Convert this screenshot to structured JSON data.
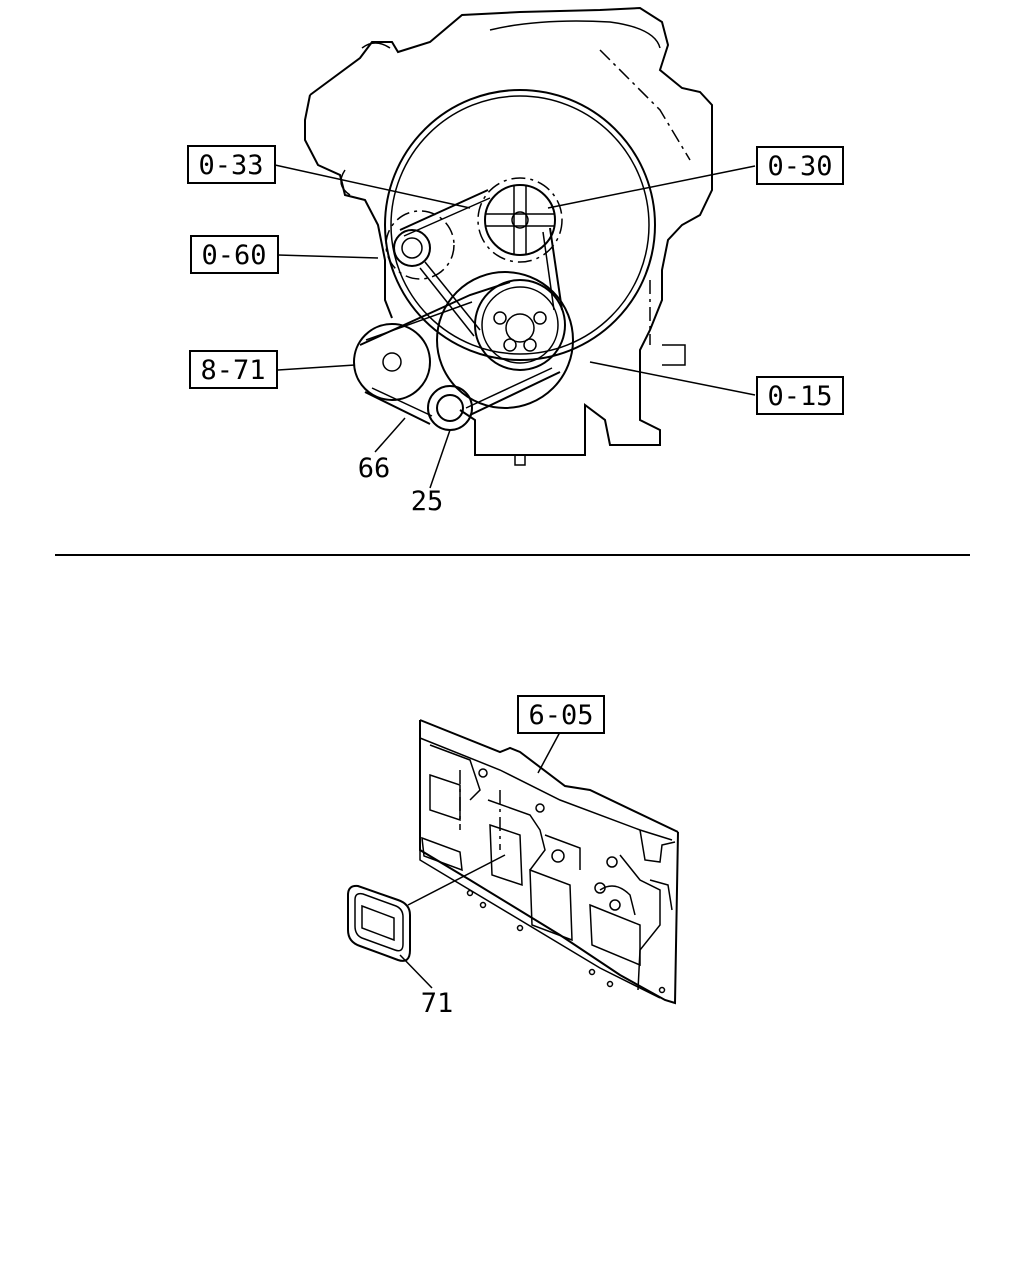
{
  "callouts": {
    "ref_0_33": "0-33",
    "ref_0_30": "0-30",
    "ref_0_60": "0-60",
    "ref_8_71": "8-71",
    "ref_0_15": "0-15",
    "ref_6_05": "6-05"
  },
  "part_numbers": {
    "p66": "66",
    "p25": "25",
    "p71": "71"
  }
}
